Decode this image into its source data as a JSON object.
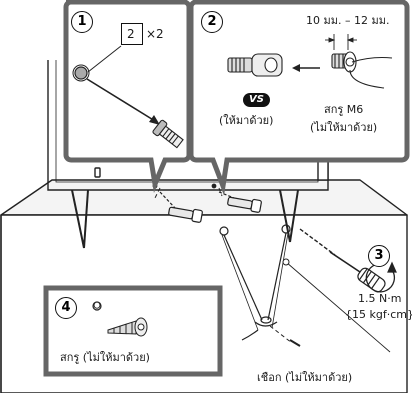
{
  "steps": {
    "s1": "1",
    "s2": "2",
    "s3": "3",
    "s4": "4"
  },
  "panel1": {
    "qty_number": "2",
    "qty_multiplier": "×2"
  },
  "panel2": {
    "dimension": "10 มม. – 12 มม.",
    "vs_badge": "VS",
    "supplied_label": "(ให้มาด้วย)",
    "screw_label": "สกรู M6",
    "not_supplied_label": "(ไม่ให้มาด้วย)"
  },
  "torque": {
    "value": "1.5 N·m",
    "alt": "{15 kgf·cm}"
  },
  "panel4": {
    "screw_label": "สกรู (ไม่ให้มาด้วย)"
  },
  "cord_label": "เชือก (ไม่ให้มาด้วย)"
}
